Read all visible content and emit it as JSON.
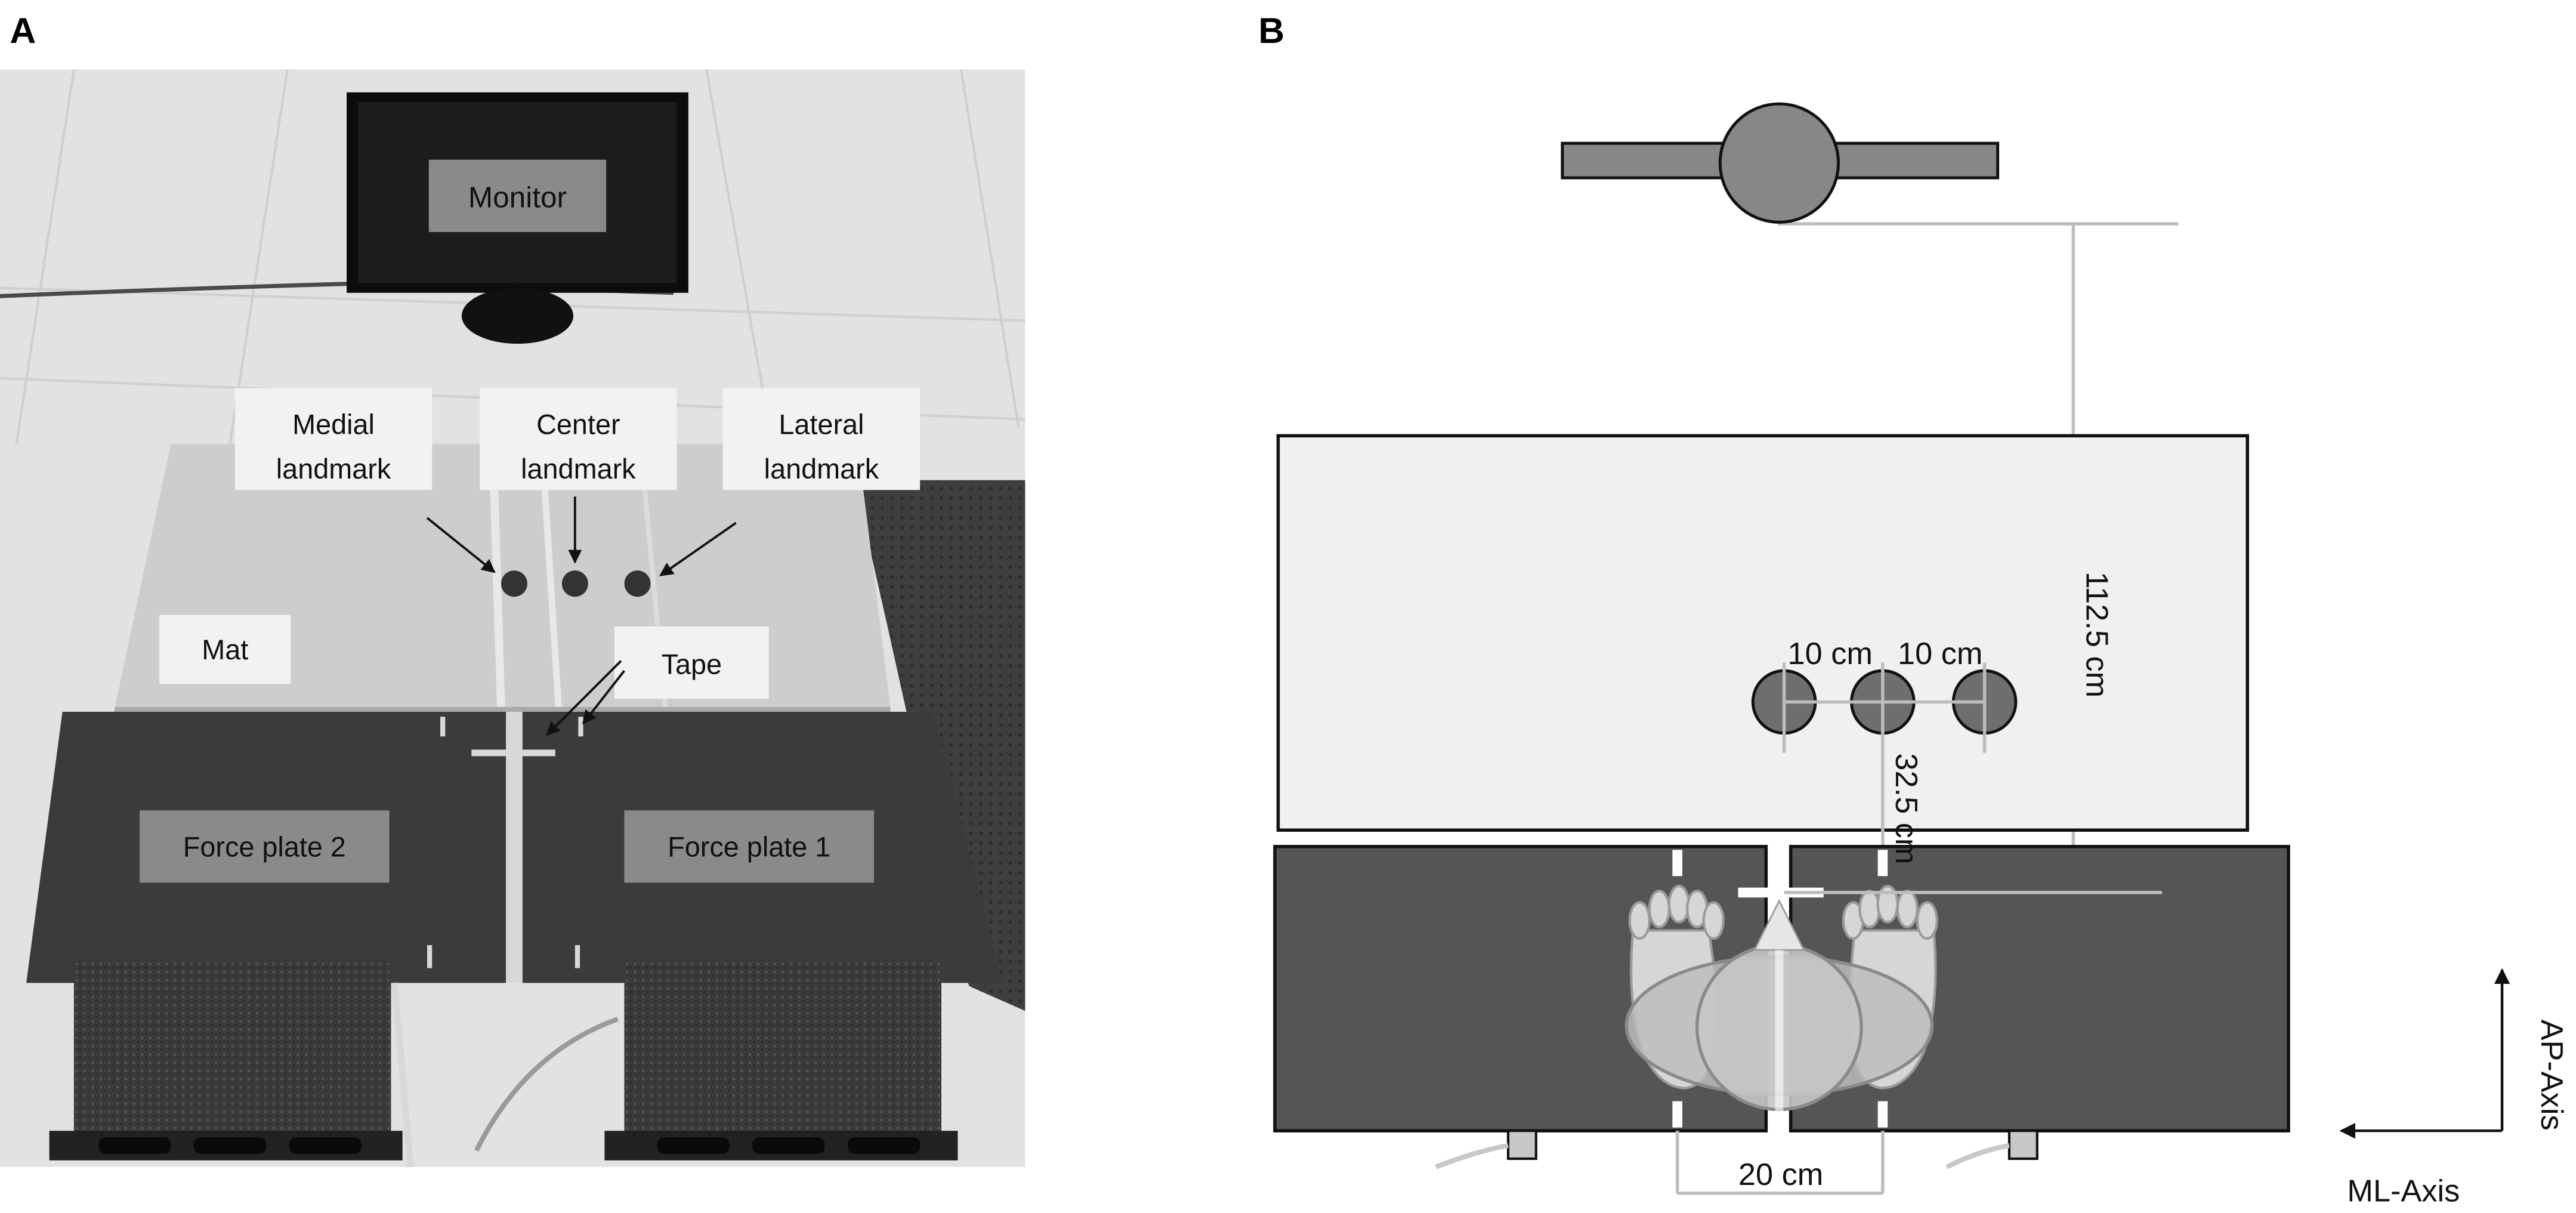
{
  "panels": {
    "a_letter": "A",
    "b_letter": "B"
  },
  "photo": {
    "labels": {
      "monitor": "Monitor",
      "medial_1": "Medial",
      "medial_2": "landmark",
      "center_1": "Center",
      "center_2": "landmark",
      "lateral_1": "Lateral",
      "lateral_2": "landmark",
      "mat": "Mat",
      "tape": "Tape",
      "force_plate_2": "Force plate 2",
      "force_plate_1": "Force plate 1"
    }
  },
  "schematic": {
    "dimensions": {
      "landmark_spacing_left": "10 cm",
      "landmark_spacing_right": "10 cm",
      "monitor_distance": "112.5 cm",
      "landmark_distance": "32.5 cm",
      "foot_width": "20 cm"
    },
    "axes": {
      "ap": "AP-Axis",
      "ml": "ML-Axis"
    }
  },
  "colors": {
    "plate": "#555555",
    "mat_panel": "#f0f0f0",
    "landmark": "#6e6e6e",
    "guide_line": "#bdbdbd",
    "outline": "#111111"
  }
}
